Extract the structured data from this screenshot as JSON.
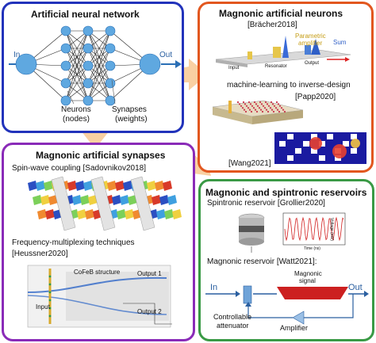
{
  "colors": {
    "ann_border": "#2233bb",
    "neurons_border": "#e2571f",
    "synapses_border": "#8a2bb8",
    "reservoirs_border": "#3a9a45",
    "node_blue": "#5fa8e0",
    "arrow_orange": "#f5b46a"
  },
  "ann": {
    "title": "Artificial neural network",
    "in_label": "In",
    "out_label": "Out",
    "neurons_label_1": "Neurons",
    "neurons_label_2": "(nodes)",
    "synapses_label_1": "Synapses",
    "synapses_label_2": "(weights)"
  },
  "neurons": {
    "title": "Magnonic artificial neurons",
    "ref1": "[Brächer2018]",
    "param_amp_1": "Parametric",
    "param_amp_2": "amplifier",
    "sum_label": "Sum",
    "input_label": "Input",
    "resonator_label": "Resonator",
    "output_label": "Output",
    "ml_text": "machine-learning to inverse-design",
    "ref2": "[Papp2020]",
    "ref3": "[Wang2021]"
  },
  "synapses": {
    "title": "Magnonic artificial synapses",
    "sw_coupling": "Spin-wave coupling [Sadovnikov2018]",
    "freq_mux": "Frequency-multiplexing techniques",
    "ref": "[Heussner2020]",
    "cofeb": "CoFeB structure",
    "input_label": "Input",
    "output1": "Output 1",
    "output2": "Output 2"
  },
  "reservoirs": {
    "title": "Magnonic and spintronic reservoirs",
    "spintronic_ref": "Spintronic reservoir [Grollier2020]",
    "time_label": "Time (ns)",
    "voltage_label": "Voltage (mV)",
    "magnonic_ref": "Magnonic reservoir [Watt2021]:",
    "magnonic_signal_1": "Magnonic",
    "magnonic_signal_2": "signal",
    "in_label": "In",
    "out_label": "Out",
    "attenuator_1": "Controllable",
    "attenuator_2": "attenuator",
    "amplifier": "Amplifier"
  }
}
